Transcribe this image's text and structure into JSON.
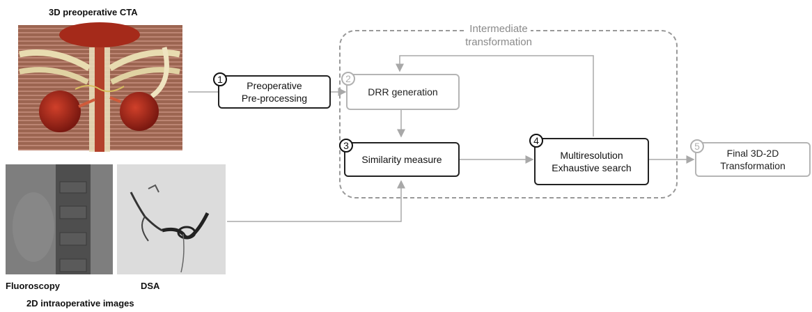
{
  "top_caption": "3D preoperative CTA",
  "fluoro_caption": "Fluoroscopy",
  "dsa_caption": "DSA",
  "bottom_caption": "2D intraoperative images",
  "intermediate_label_line1": "Intermediate",
  "intermediate_label_line2": "transformation",
  "steps": {
    "s1": {
      "num": "1",
      "line1": "Preoperative",
      "line2": "Pre-processing"
    },
    "s2": {
      "num": "2",
      "line1": "DRR generation"
    },
    "s3": {
      "num": "3",
      "line1": "Similarity measure"
    },
    "s4": {
      "num": "4",
      "line1": "Multiresolution",
      "line2": "Exhaustive search"
    },
    "s5": {
      "num": "5",
      "line1": "Final 3D-2D",
      "line2": "Transformation"
    }
  },
  "colors": {
    "active": "#222222",
    "inactive": "#b5b5b5",
    "arrow": "#a8a8a8"
  }
}
